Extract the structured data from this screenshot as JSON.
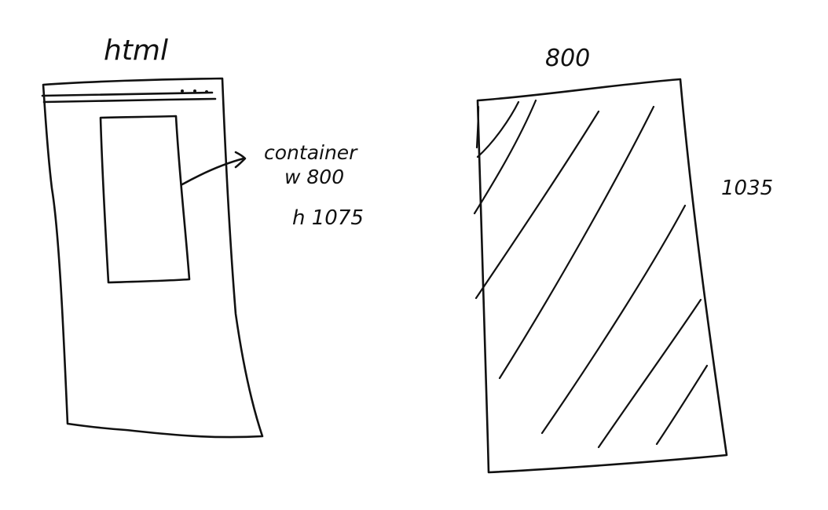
{
  "browser_sketch": {
    "title": "html",
    "menu_dots": "...",
    "annotation": {
      "line1": "container",
      "line2": "w 800",
      "line3": "h 1075"
    }
  },
  "canvas_sketch": {
    "title": "800",
    "side_label": "1035"
  },
  "colors": {
    "ink": "#111111",
    "background": "#ffffff"
  }
}
